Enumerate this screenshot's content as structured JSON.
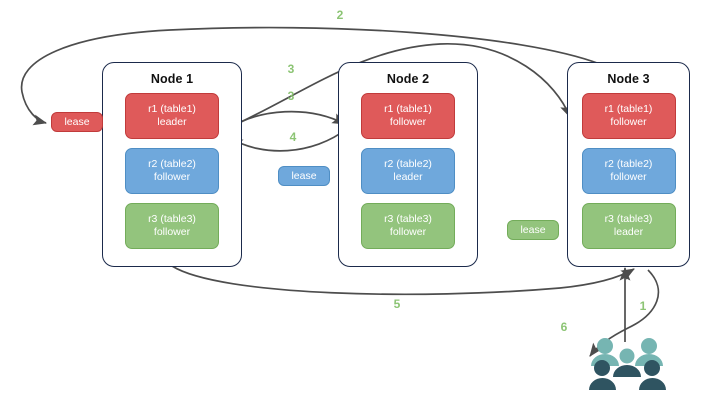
{
  "diagram": {
    "title": "distributed-cluster-lease-diagram",
    "colors": {
      "red": "#df5a5a",
      "red_border": "#c13b3b",
      "blue": "#6fa8dc",
      "blue_border": "#4f8ec4",
      "green": "#93c47d",
      "green_border": "#73ac5a",
      "node_border": "#1b2a4b",
      "arrow": "#4d4d4d",
      "step_label": "#8cc474",
      "people_light": "#76b5b2",
      "people_dark": "#2f5461"
    },
    "nodes": [
      {
        "title": "Node 1",
        "replicas": [
          {
            "name": "r1 (table1)",
            "role": "leader",
            "color": "red"
          },
          {
            "name": "r2 (table2)",
            "role": "follower",
            "color": "blue"
          },
          {
            "name": "r3 (table3)",
            "role": "follower",
            "color": "green"
          }
        ]
      },
      {
        "title": "Node 2",
        "replicas": [
          {
            "name": "r1 (table1)",
            "role": "follower",
            "color": "red"
          },
          {
            "name": "r2 (table2)",
            "role": "leader",
            "color": "blue"
          },
          {
            "name": "r3 (table3)",
            "role": "follower",
            "color": "green"
          }
        ]
      },
      {
        "title": "Node 3",
        "replicas": [
          {
            "name": "r1 (table1)",
            "role": "follower",
            "color": "red"
          },
          {
            "name": "r2 (table2)",
            "role": "follower",
            "color": "blue"
          },
          {
            "name": "r3 (table3)",
            "role": "leader",
            "color": "green"
          }
        ]
      }
    ],
    "leases": [
      {
        "label": "lease",
        "color": "red"
      },
      {
        "label": "lease",
        "color": "blue"
      },
      {
        "label": "lease",
        "color": "green"
      }
    ],
    "steps": [
      {
        "label": "1"
      },
      {
        "label": "2"
      },
      {
        "label": "3"
      },
      {
        "label": "3"
      },
      {
        "label": "4"
      },
      {
        "label": "5"
      },
      {
        "label": "6"
      }
    ],
    "people_group": "users-group-icon"
  }
}
